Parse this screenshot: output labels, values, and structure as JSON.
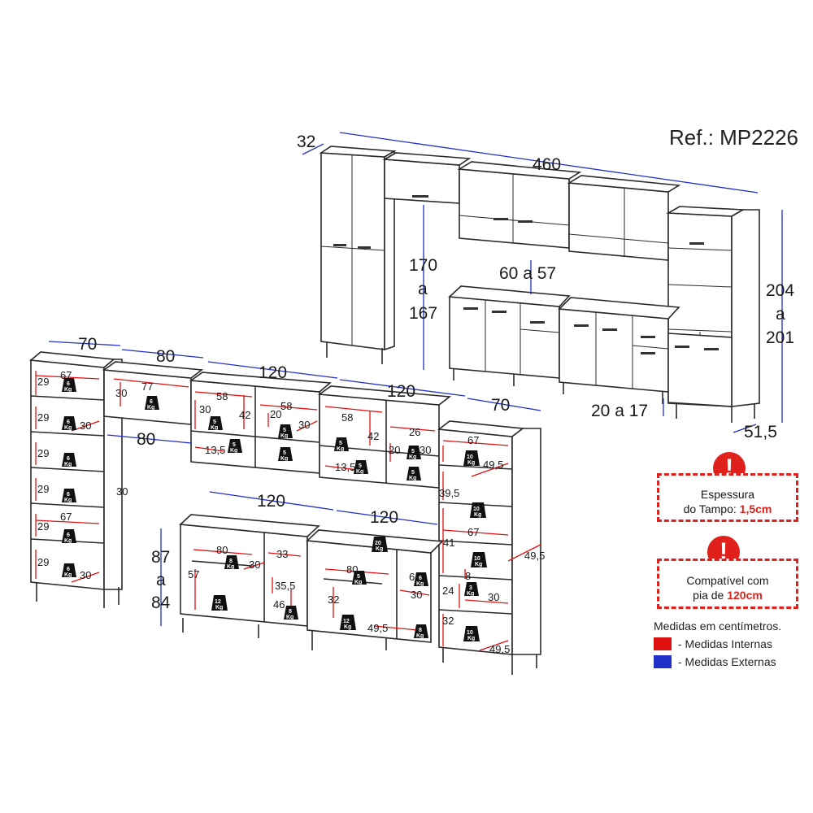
{
  "reference": "Ref.: MP2226",
  "colors": {
    "external": "#2030c8",
    "internal": "#e01010",
    "alert": "#e0201a"
  },
  "icons": [
    "alert-icon",
    "weight-icon"
  ],
  "upper": {
    "depth": "32",
    "width": "460",
    "height_range": [
      "204",
      "a",
      "201"
    ],
    "wall_height": [
      "170",
      "a",
      "167"
    ],
    "gap": "60 a 57",
    "feet": "20 a 17",
    "base_depth": "51,5"
  },
  "lower": {
    "widths": [
      "70",
      "80",
      "120",
      "120",
      "70"
    ],
    "span_80": "80",
    "bottom_widths": [
      "120",
      "120"
    ],
    "counter_height": [
      "87",
      "a",
      "84"
    ],
    "side_30": "30",
    "side_49": "49,5"
  },
  "internal": {
    "tall_left": [
      "67",
      "29",
      "29",
      "30",
      "29",
      "29",
      "67",
      "29",
      "29",
      "30"
    ],
    "bridge": [
      "77",
      "30"
    ],
    "upper_a": [
      "58",
      "42",
      "30",
      "13,5",
      "58",
      "20",
      "30"
    ],
    "upper_b": [
      "58",
      "42",
      "13,5",
      "26",
      "20",
      "30"
    ],
    "tall_right": [
      "67",
      "49,5",
      "39,5",
      "67",
      "41",
      "8",
      "24",
      "30",
      "32",
      "49,5"
    ],
    "base_a": [
      "80",
      "30",
      "33",
      "57",
      "35,5",
      "46"
    ],
    "base_b": [
      "80",
      "6",
      "32",
      "30",
      "49,5"
    ]
  },
  "weights": {
    "six": "6",
    "five": "5",
    "ten": "10",
    "twelve": "12",
    "twenty": "20",
    "eight": "8",
    "three": "3",
    "kg": "Kg"
  },
  "note_top": {
    "line1": "Espessura",
    "line2_prefix": "do Tampo: ",
    "line2_value": "1,5cm"
  },
  "note_bottom": {
    "line1": "Compatível com",
    "line2_prefix": "pia de ",
    "line2_value": "120cm"
  },
  "legend": {
    "title": "Medidas em centímetros.",
    "internal": "- Medidas Internas",
    "external": "- Medidas Externas"
  }
}
